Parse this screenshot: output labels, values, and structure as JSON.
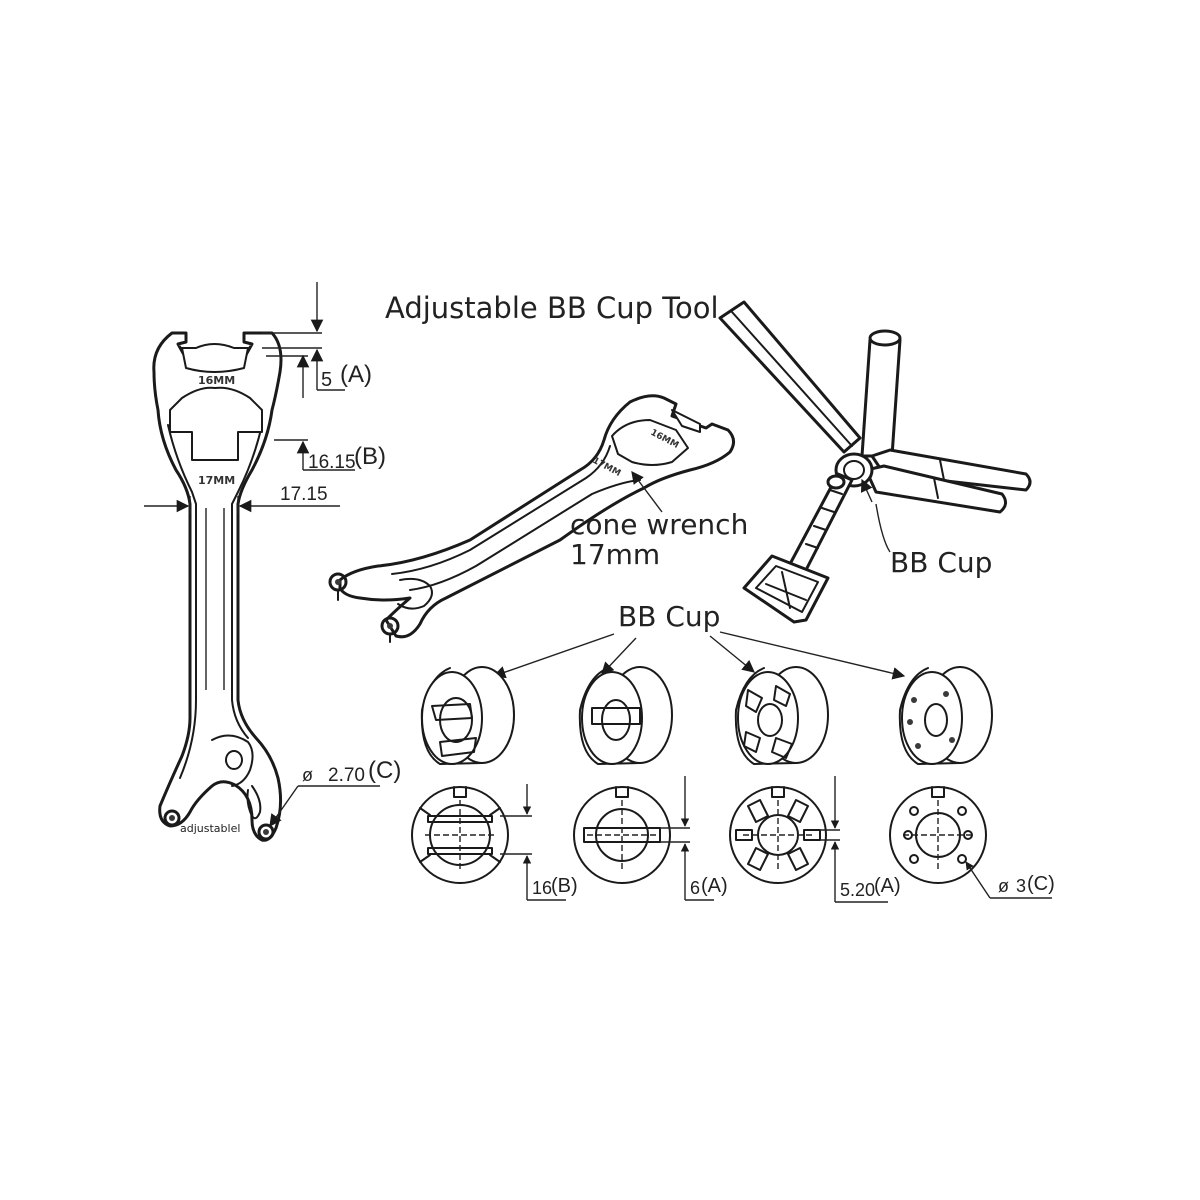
{
  "labels": {
    "title": "Adjustable BB Cup Tool",
    "cone_wrench_line1": "cone wrench",
    "cone_wrench_line2": "17mm",
    "bb_cup_tool": "BB Cup",
    "bb_cup_group": "BB Cup"
  },
  "wrench_marks": {
    "mm16": "16MM",
    "mm17": "17MM",
    "adjustable": "adjustablel",
    "persp16": "16MM",
    "persp17": "17MM"
  },
  "dimensions": {
    "dim_a": "5",
    "dim_a_tag": "(A)",
    "dim_b": "16.15",
    "dim_b_tag": "(B)",
    "dim_width": "17.15",
    "dim_c_sym": "ø",
    "dim_c": "2.70",
    "dim_c_tag": "(C)"
  },
  "cup_dimensions": [
    {
      "value": "16",
      "tag": "(B)"
    },
    {
      "value": "6",
      "tag": "(A)"
    },
    {
      "value": "5.20",
      "tag": "(A)"
    },
    {
      "sym": "ø",
      "value": "3",
      "tag": "(C)"
    }
  ]
}
